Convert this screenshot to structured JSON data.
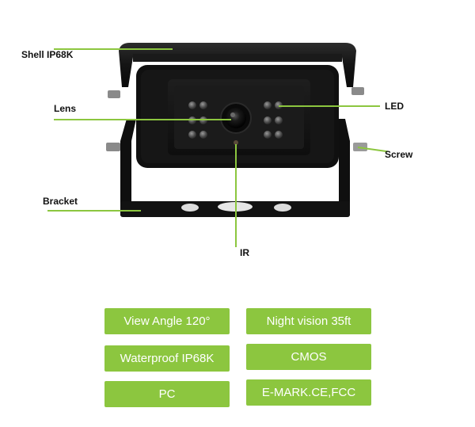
{
  "callouts": {
    "shell": "Shell IP68K",
    "lens": "Lens",
    "bracket": "Bracket",
    "led": "LED",
    "screw": "Screw",
    "ir": "IR"
  },
  "features": [
    "View Angle 120°",
    "Night vision 35ft",
    "Waterproof IP68K",
    "CMOS",
    "PC",
    "E-MARK.CE,FCC"
  ],
  "colors": {
    "accent": "#8cc63f",
    "camera_body": "#151515"
  }
}
